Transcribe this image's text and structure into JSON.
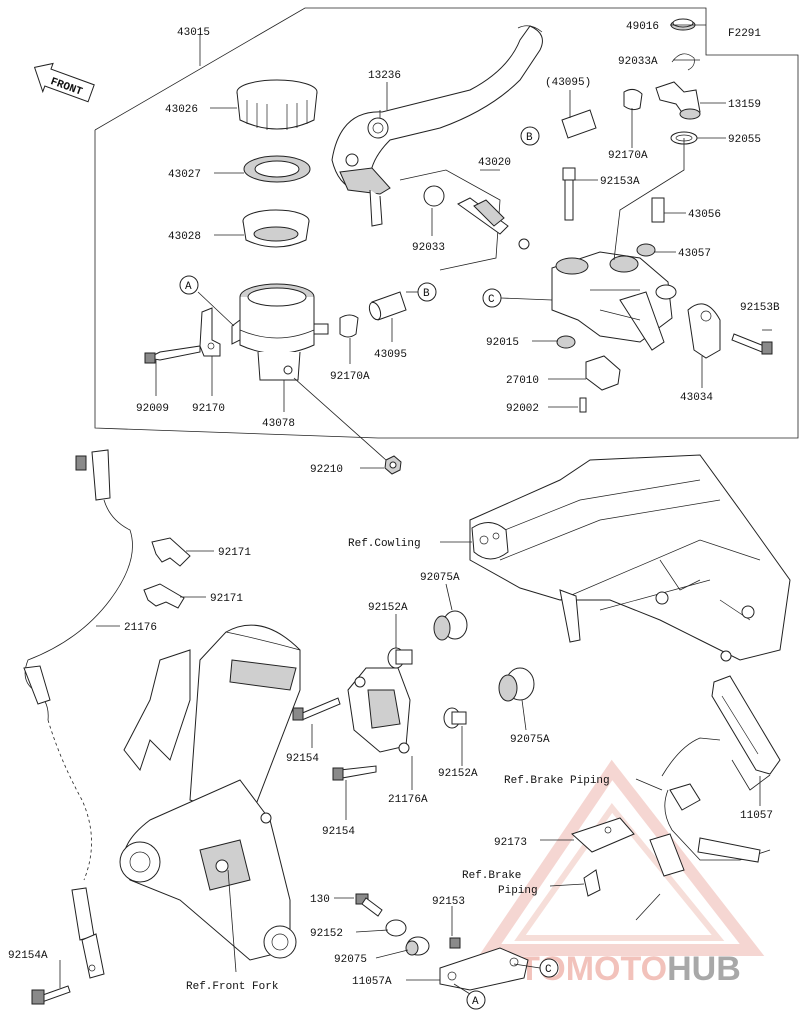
{
  "diagram": {
    "code": "F2291",
    "front_label": "FRONT",
    "labels": {
      "p43015": "43015",
      "p43026": "43026",
      "p43027": "43027",
      "p43028": "43028",
      "p13236": "13236",
      "p43020": "43020",
      "p92033": "92033",
      "p43095a": "(43095)",
      "p49016": "49016",
      "p92033A": "92033A",
      "p13159": "13159",
      "p92170A_top": "92170A",
      "p92055": "92055",
      "p92153A": "92153A",
      "p43056": "43056",
      "p43057": "43057",
      "p92153B": "92153B",
      "p92015": "92015",
      "p27010": "27010",
      "p92002": "92002",
      "p43034": "43034",
      "p92009": "92009",
      "p92170": "92170",
      "p43078": "43078",
      "p92170A": "92170A",
      "p43095": "43095",
      "p92210": "92210",
      "p92171a": "92171",
      "p92171b": "92171",
      "p21176": "21176",
      "ref_cowling": "Ref.Cowling",
      "p92075A_a": "92075A",
      "p92152A_a": "92152A",
      "p92154_a": "92154",
      "p92154_b": "92154",
      "p21176A": "21176A",
      "p92152A_b": "92152A",
      "p92075A_b": "92075A",
      "ref_brake_piping": "Ref.Brake Piping",
      "p11057": "11057",
      "p92173": "92173",
      "ref_brake_piping2_l1": "Ref.Brake",
      "ref_brake_piping2_l2": "Piping",
      "p130": "130",
      "p92153": "92153",
      "p92152": "92152",
      "p92075": "92075",
      "p11057A": "11057A",
      "p92154A": "92154A",
      "ref_front_fork": "Ref.Front Fork"
    },
    "callouts": {
      "a": "A",
      "b": "B",
      "c": "C"
    },
    "watermark": {
      "auto": "AUTO",
      "moto": "MOTO",
      "hub": "HUB"
    }
  }
}
